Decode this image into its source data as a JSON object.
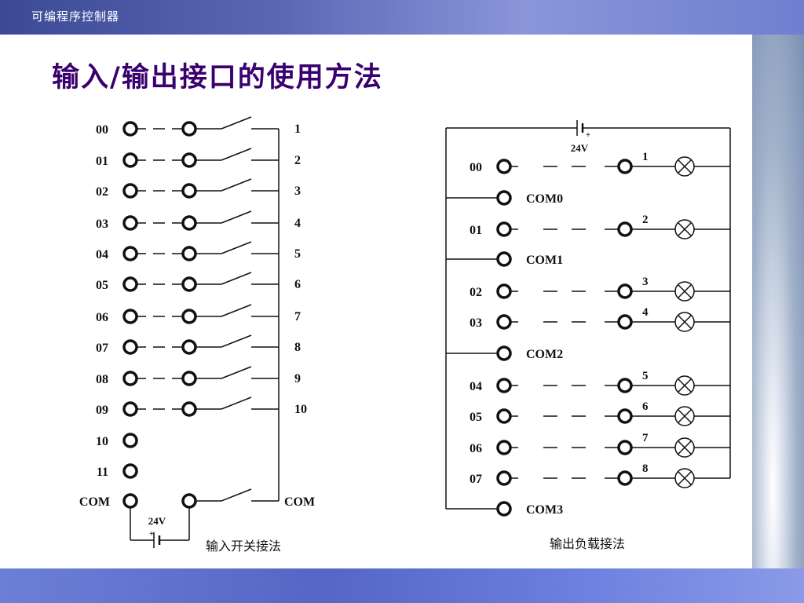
{
  "header": {
    "course": "可编程序控制器"
  },
  "slide": {
    "title": "输入/输出接口的使用方法"
  },
  "input_diagram": {
    "terminals": [
      "00",
      "01",
      "02",
      "03",
      "04",
      "05",
      "06",
      "07",
      "08",
      "09",
      "10",
      "11"
    ],
    "switch_labels": [
      "1",
      "2",
      "3",
      "4",
      "5",
      "6",
      "7",
      "8",
      "9",
      "10"
    ],
    "com_label": "COM",
    "right_com_label": "COM",
    "voltage": "24V",
    "caption": "输入开关接法"
  },
  "output_diagram": {
    "voltage": "24V",
    "rows": [
      {
        "kind": "out",
        "label": "00",
        "load": "1"
      },
      {
        "kind": "com",
        "label": "COM0"
      },
      {
        "kind": "out",
        "label": "01",
        "load": "2"
      },
      {
        "kind": "com",
        "label": "COM1"
      },
      {
        "kind": "out",
        "label": "02",
        "load": "3"
      },
      {
        "kind": "out",
        "label": "03",
        "load": "4"
      },
      {
        "kind": "com",
        "label": "COM2"
      },
      {
        "kind": "out",
        "label": "04",
        "load": "5"
      },
      {
        "kind": "out",
        "label": "05",
        "load": "6"
      },
      {
        "kind": "out",
        "label": "06",
        "load": "7"
      },
      {
        "kind": "out",
        "label": "07",
        "load": "8"
      },
      {
        "kind": "com",
        "label": "COM3"
      }
    ],
    "caption": "输出负载接法"
  }
}
